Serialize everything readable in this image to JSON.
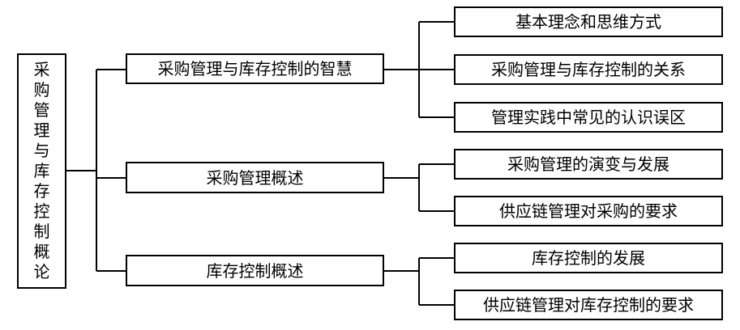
{
  "root": {
    "label": [
      "采",
      "购",
      "管",
      "理",
      "与",
      "库",
      "存",
      "控",
      "制",
      "概",
      "论"
    ]
  },
  "branches": [
    {
      "label": "采购管理与库存控制的智慧",
      "children": [
        "基本理念和思维方式",
        "采购管理与库存控制的关系",
        "管理实践中常见的认识误区"
      ]
    },
    {
      "label": "采购管理概述",
      "children": [
        "采购管理的演变与发展",
        "供应链管理对采购的要求"
      ]
    },
    {
      "label": "库存控制概述",
      "children": [
        "库存控制的发展",
        "供应链管理对库存控制的要求"
      ]
    }
  ]
}
